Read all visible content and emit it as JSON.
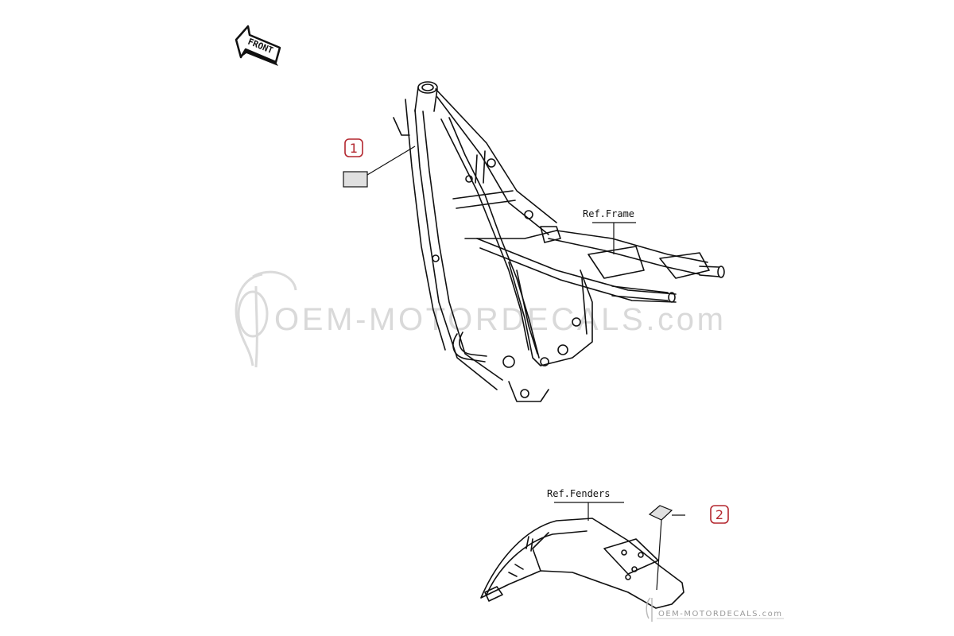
{
  "front_arrow": {
    "label": "FRONT"
  },
  "callouts": [
    {
      "number": "1",
      "color": "#b3262e"
    },
    {
      "number": "2",
      "color": "#b3262e"
    }
  ],
  "references": {
    "frame": "Ref.Frame",
    "fenders": "Ref.Fenders"
  },
  "watermark": {
    "text": "OEM-MOTORDECALS.com",
    "footer_text": "OEM-MOTORDECALS.com",
    "color": "#d8d8d8"
  },
  "colors": {
    "line": "#111111",
    "callout_border": "#b3262e",
    "decal_fill": "#dcdcdc"
  }
}
